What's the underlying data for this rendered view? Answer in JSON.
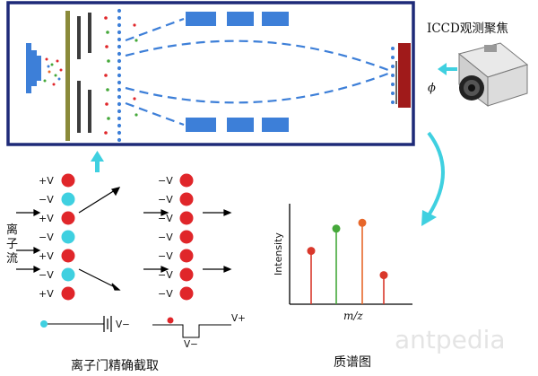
{
  "camera_label": "ICCD观测聚焦",
  "phi_symbol": "ϕ",
  "gate": {
    "title": "离子门精确截取",
    "stream_label": [
      "离",
      "子",
      "流"
    ],
    "voltages": [
      "+V",
      "−V",
      "+V",
      "−V",
      "+V",
      "−V",
      "+V"
    ],
    "voltages_right": [
      "−V",
      "−V",
      "−V",
      "−V",
      "−V",
      "−V",
      "−V"
    ],
    "pulse_low": "V−",
    "pulse_high": "V+",
    "pulse_bottom": "V−"
  },
  "spectrum": {
    "title": "质谱图",
    "xlabel": "m/z",
    "ylabel": "Intensity"
  },
  "chart_data": {
    "type": "bar",
    "title": "质谱图",
    "xlabel": "m/z",
    "ylabel": "Intensity",
    "series": [
      {
        "values": [
          0.55
        ],
        "color": "#d9382b"
      },
      {
        "values": [
          0.78
        ],
        "color": "#45a83a"
      },
      {
        "values": [
          0.84
        ],
        "color": "#e7672a"
      },
      {
        "values": [
          0.3
        ],
        "color": "#d9382b"
      }
    ]
  },
  "watermark": "antpedia",
  "colors": {
    "frame": "#1e2a78",
    "blue": "#3d7fd8",
    "cyan": "#3fd0e0",
    "red": "#e0262a",
    "olive": "#8a8a3a",
    "dark": "#3c3c3c",
    "plate": "#a01a1a"
  }
}
